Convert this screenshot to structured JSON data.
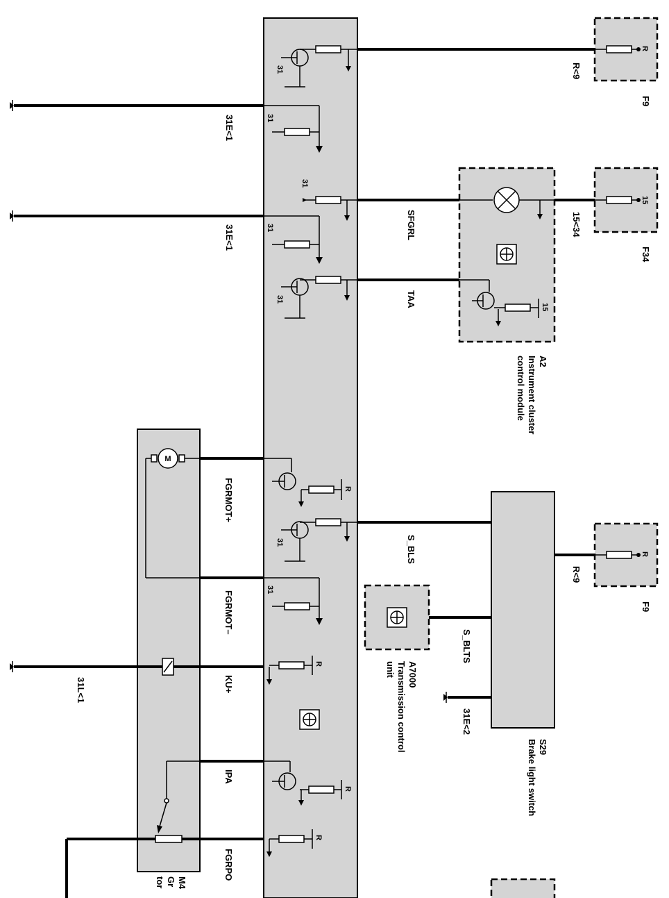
{
  "ground_labels": {
    "g1": "31E<1",
    "g2": "31E<1",
    "g3": "31L<1",
    "g4": "31E<2"
  },
  "wire_labels": {
    "r9_top": "R<9",
    "sfgrl": "SFGRL",
    "taa": "TAA",
    "c15_34": "15<34",
    "fgrmot_plus": "FGRMOT+",
    "fgrmot_minus": "FGRMOT–",
    "s_bls": "S_BLS",
    "r9_bottom": "R<9",
    "s_blts": "S_BLTS",
    "ku_plus": "KU+",
    "ipa": "IPA",
    "fgrpo": "FGRPO"
  },
  "pin_labels": {
    "p31": "31",
    "p15": "15",
    "pR": "R"
  },
  "components": {
    "f9_top": {
      "id": "F9",
      "pin": "R"
    },
    "f34": {
      "id": "F34",
      "pin": "15"
    },
    "f9_bottom": {
      "id": "F9",
      "pin": "R"
    },
    "a2": {
      "id": "A2",
      "line1": "Instrument cluster",
      "line2": "control module"
    },
    "a7000": {
      "id": "A7000",
      "line1": "Transmission control",
      "line2": "unit"
    },
    "s29": {
      "id": "S29",
      "line1": "Brake light switch"
    },
    "m4": {
      "id": "M4",
      "line1": "Gr",
      "line2": "tor"
    }
  },
  "colors": {
    "module_fill": "#d4d4d4",
    "line": "#000000",
    "background": "#ffffff"
  }
}
